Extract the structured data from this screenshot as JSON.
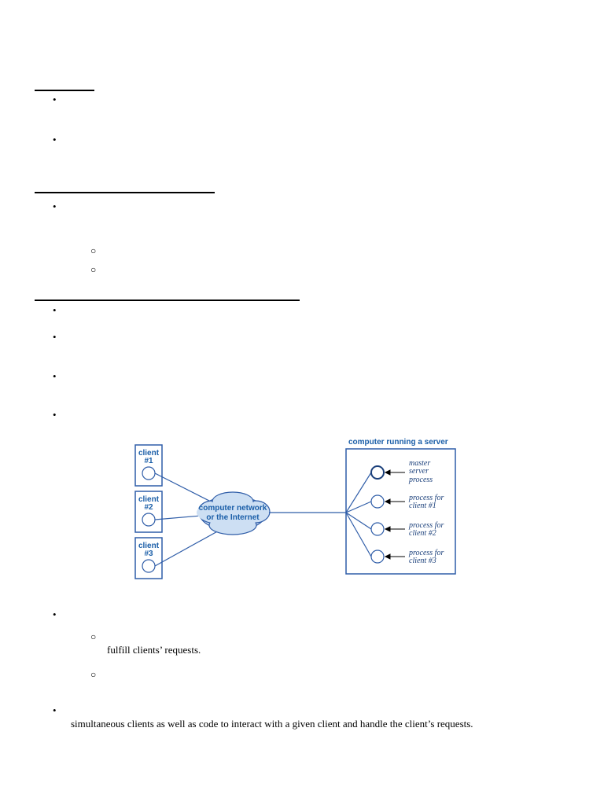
{
  "lines": {
    "fulfill_requests": "fulfill clients’ requests.",
    "simultaneous_clients": "simultaneous clients as well as code to interact with a given client and handle the client’s requests."
  },
  "diagram": {
    "server_title": "computer running a server",
    "clients": [
      {
        "line1": "client",
        "line2": "#1"
      },
      {
        "line1": "client",
        "line2": "#2"
      },
      {
        "line1": "client",
        "line2": "#3"
      }
    ],
    "network": {
      "line1": "computer network",
      "line2": "or the Internet"
    },
    "processes": [
      {
        "line1": "master",
        "line2": "server",
        "line3": "process"
      },
      {
        "line1": "process for",
        "line2": "client #1"
      },
      {
        "line1": "process for",
        "line2": "client #2"
      },
      {
        "line1": "process for",
        "line2": "client #3"
      }
    ],
    "colors": {
      "stroke": "#2f5da8",
      "cloud_fill": "#cddff3",
      "text": "#1a5ea8"
    }
  }
}
